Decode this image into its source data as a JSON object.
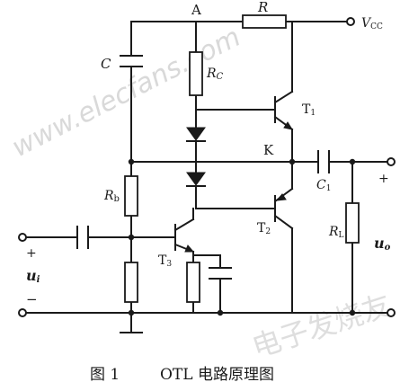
{
  "labels": {
    "node_a": "A",
    "resistor_r": "R",
    "vcc_main": "V",
    "vcc_sub": "CC",
    "cap_c": "C",
    "rc_main": "R",
    "rc_sub": "C",
    "t1_main": "T",
    "t1_sub": "1",
    "node_k": "K",
    "c1_main": "C",
    "c1_sub": "1",
    "plus_out": "+",
    "rb_main": "R",
    "rb_sub": "b",
    "t2_main": "T",
    "t2_sub": "2",
    "rl_main": "R",
    "rl_sub": "L",
    "plus_in": "+",
    "t3_main": "T",
    "t3_sub": "3",
    "ui_main": "u",
    "ui_sub": "i",
    "uo_main": "u",
    "uo_sub": "o",
    "minus_in": "−"
  },
  "caption": {
    "figure": "图 1",
    "title": "OTL 电路原理图"
  },
  "watermark": {
    "site": "www.elecfans.com",
    "brand": "电子发烧友"
  },
  "colors": {
    "ink": "#1a1a1a",
    "watermark": "#d9d9d9"
  }
}
